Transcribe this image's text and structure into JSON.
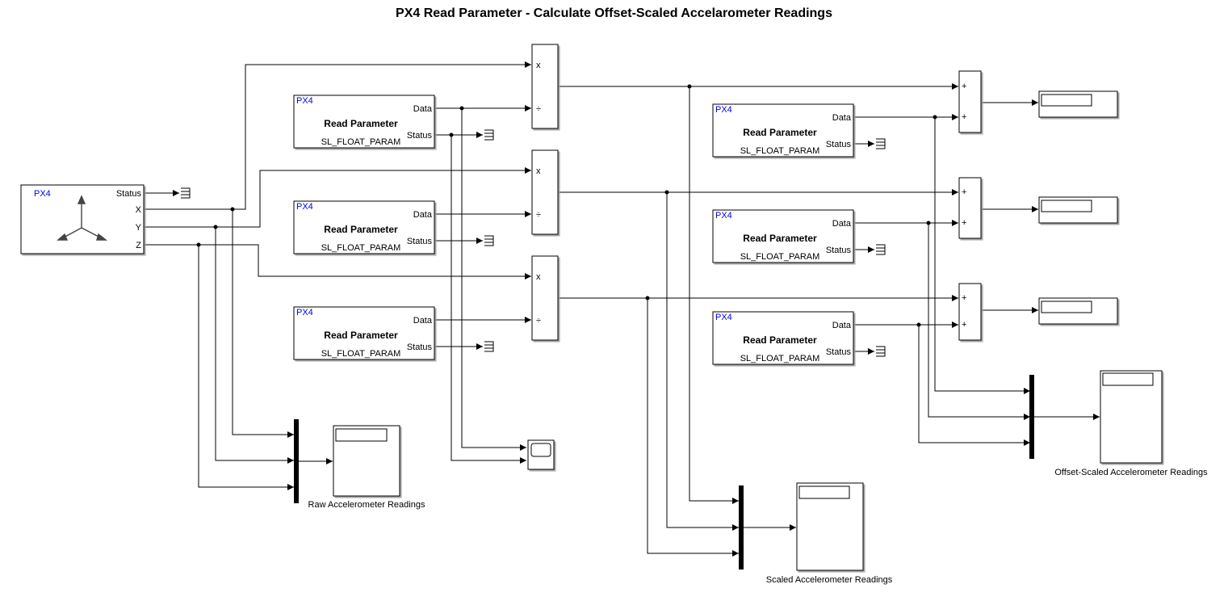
{
  "title": "PX4 Read Parameter - Calculate Offset-Scaled Accelarometer Readings",
  "accel_block": {
    "brand": "PX4",
    "ports": [
      "Status",
      "X",
      "Y",
      "Z"
    ],
    "icon": "accelerometer-axes-icon"
  },
  "read_param_blocks": [
    {
      "brand": "PX4",
      "title": "Read Parameter",
      "param": "SL_FLOAT_PARAM",
      "ports": [
        "Data",
        "Status"
      ]
    },
    {
      "brand": "PX4",
      "title": "Read Parameter",
      "param": "SL_FLOAT_PARAM",
      "ports": [
        "Data",
        "Status"
      ]
    },
    {
      "brand": "PX4",
      "title": "Read Parameter",
      "param": "SL_FLOAT_PARAM",
      "ports": [
        "Data",
        "Status"
      ]
    },
    {
      "brand": "PX4",
      "title": "Read Parameter",
      "param": "SL_FLOAT_PARAM",
      "ports": [
        "Data",
        "Status"
      ]
    },
    {
      "brand": "PX4",
      "title": "Read Parameter",
      "param": "SL_FLOAT_PARAM",
      "ports": [
        "Data",
        "Status"
      ]
    },
    {
      "brand": "PX4",
      "title": "Read Parameter",
      "param": "SL_FLOAT_PARAM",
      "ports": [
        "Data",
        "Status"
      ]
    }
  ],
  "divide_block_signs": [
    "x",
    "÷"
  ],
  "sum_block_signs": [
    "+",
    "+"
  ],
  "scope_labels": {
    "raw": "Raw Accelerometer Readings",
    "scaled": "Scaled Accelerometer Readings",
    "offset_scaled": "Offset-Scaled Accelerometer Readings"
  },
  "colors": {
    "brand": "#0000ee",
    "line": "#000000",
    "background": "#ffffff"
  }
}
